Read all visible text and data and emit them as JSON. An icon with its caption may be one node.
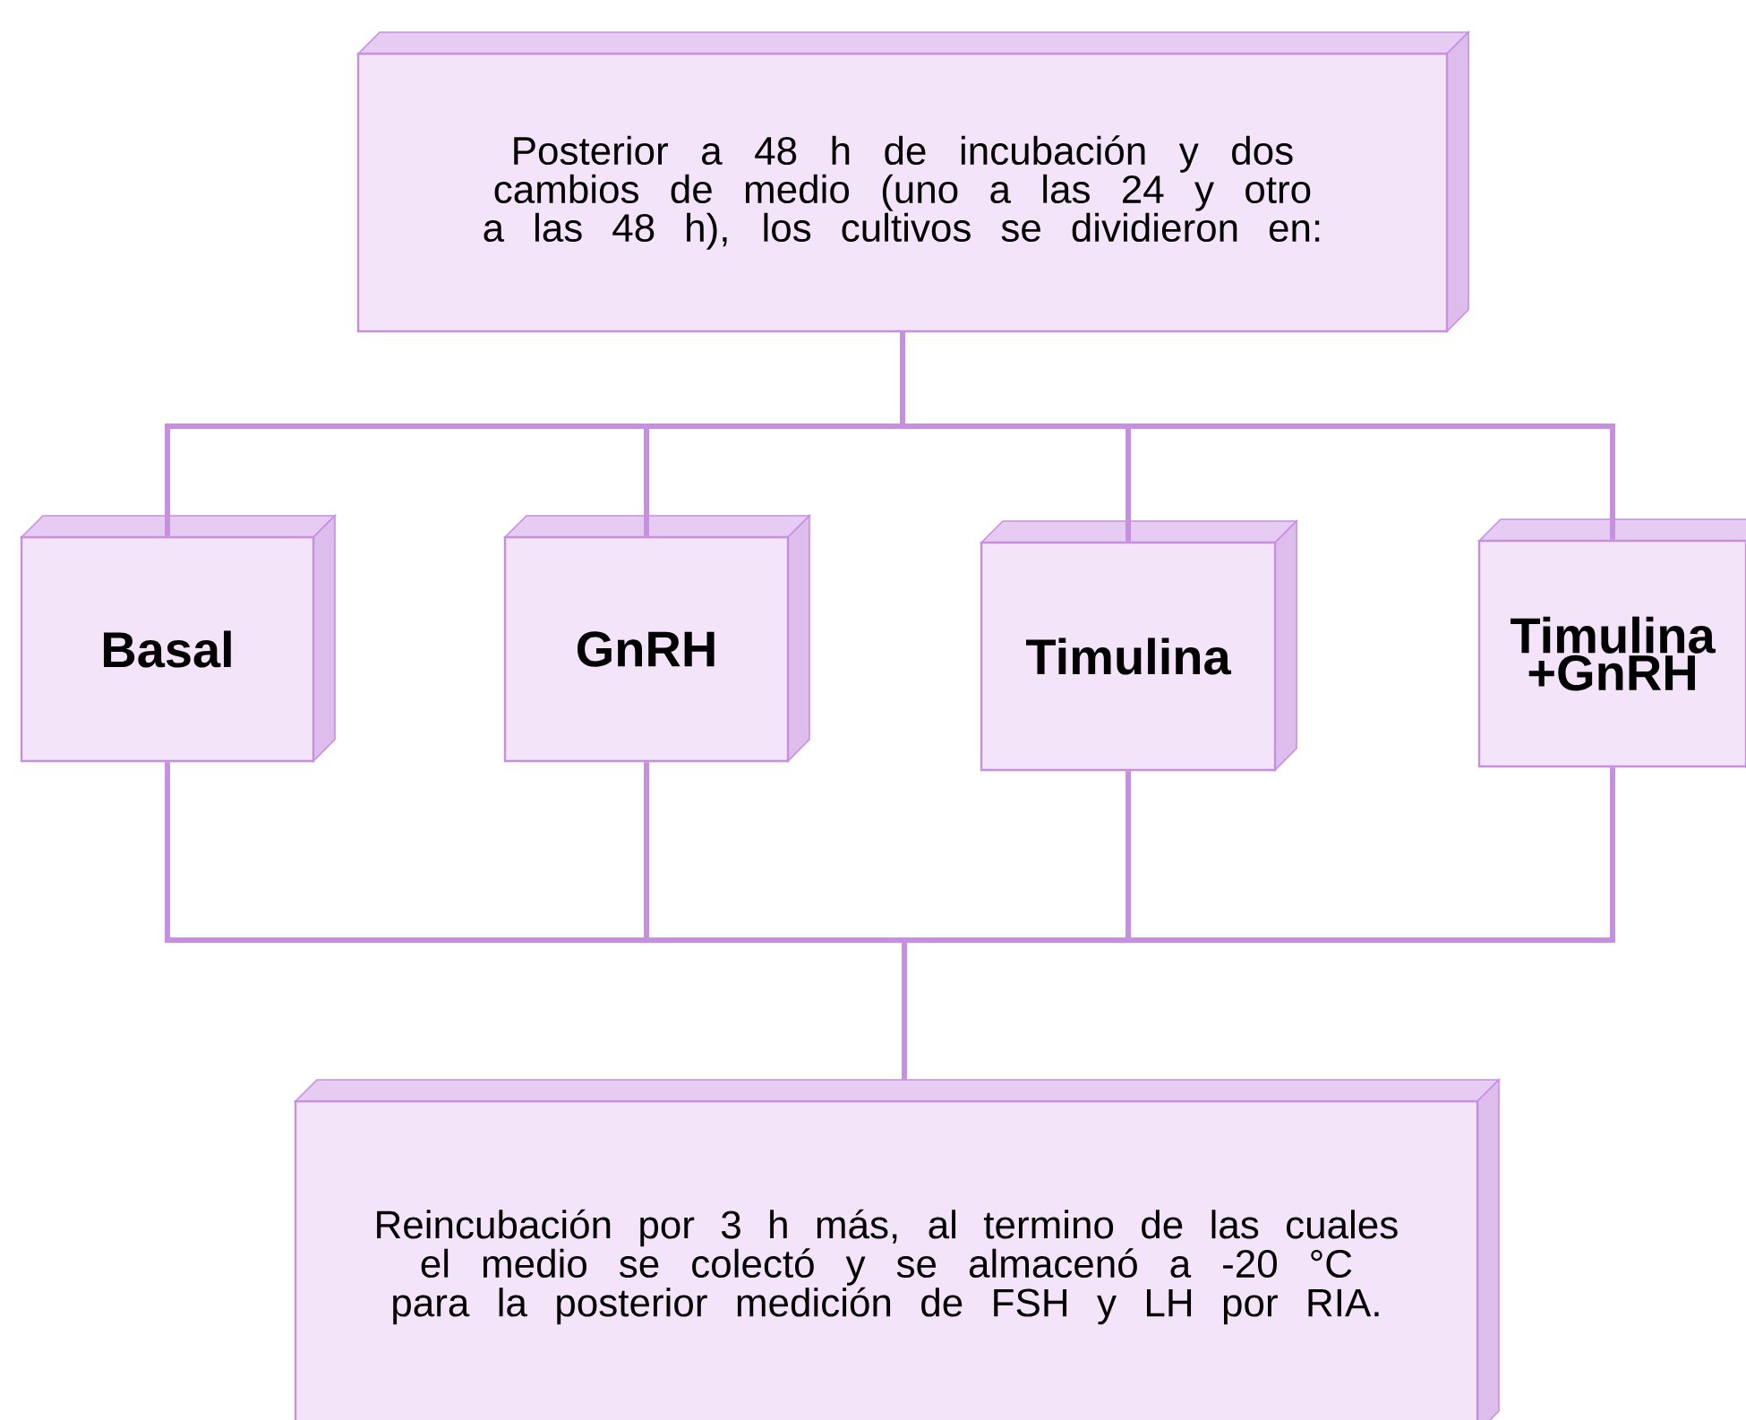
{
  "diagram": {
    "nodes": [
      {
        "text": [
          "Posterior a 48 h de incubación y dos cambios de medio (uno a las 24 y otro a las 48 h), los cultivos se dividieron en:"
        ]
      },
      {
        "text": [
          "Basal"
        ]
      },
      {
        "text": [
          "GnRH"
        ]
      },
      {
        "text": [
          "Timulina"
        ]
      },
      {
        "text": [
          "Timulina +GnRH"
        ]
      },
      {
        "text": [
          "Reincubación por 3 h más, al termino de las cuales el medio se colectó y se almacenó a -20 °C para la posterior medición de FSH y LH por RIA."
        ]
      }
    ],
    "edges": [
      {
        "from": 0,
        "to": 1,
        "arrow": "none"
      },
      {
        "from": 0,
        "to": 2,
        "arrow": "none"
      },
      {
        "from": 0,
        "to": 3,
        "arrow": "none"
      },
      {
        "from": 0,
        "to": 4,
        "arrow": "none"
      },
      {
        "from": 1,
        "to": 5,
        "arrow": "none"
      },
      {
        "from": 2,
        "to": 5,
        "arrow": "none"
      },
      {
        "from": 3,
        "to": 5,
        "arrow": "none"
      },
      {
        "from": 4,
        "to": 5,
        "arrow": "none"
      }
    ]
  }
}
